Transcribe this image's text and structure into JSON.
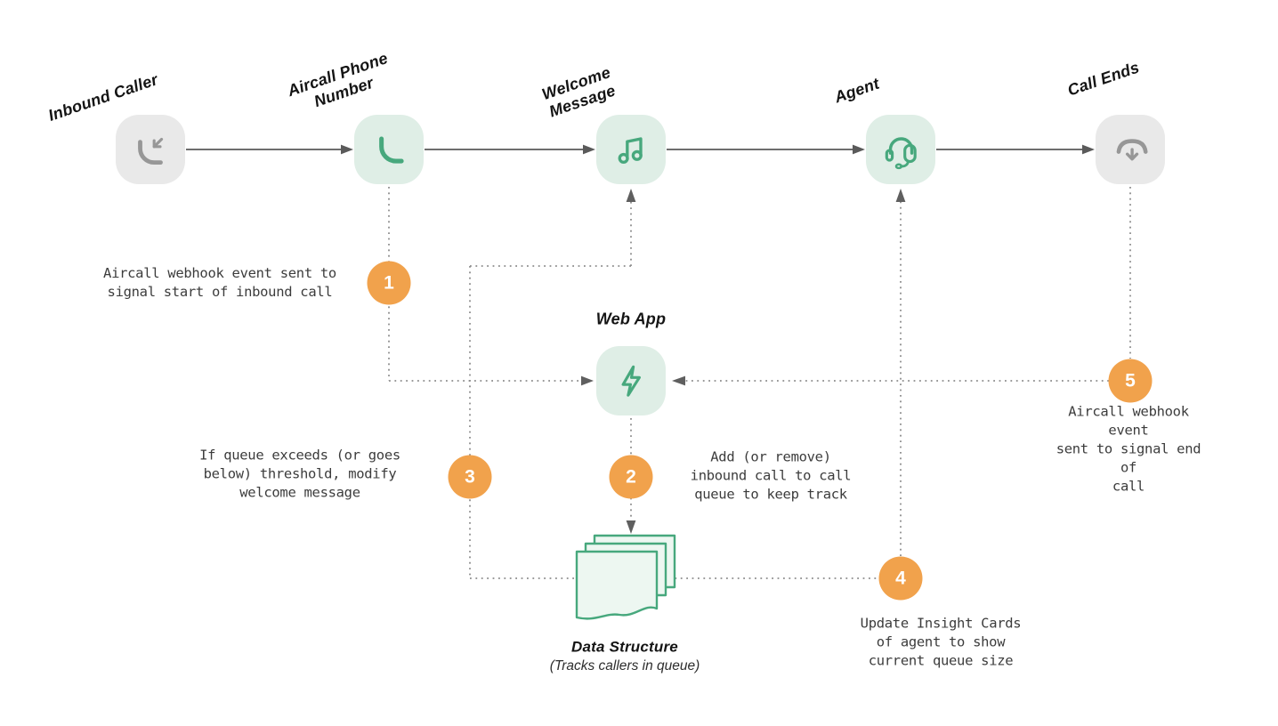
{
  "nodes": {
    "inbound_caller": {
      "label": "Inbound Caller",
      "icon": "incoming-call-icon"
    },
    "aircall_phone_number": {
      "label": "Aircall Phone\nNumber",
      "icon": "phone-icon"
    },
    "welcome_message": {
      "label": "Welcome\nMessage",
      "icon": "music-note-icon"
    },
    "agent": {
      "label": "Agent",
      "icon": "headset-icon"
    },
    "call_ends": {
      "label": "Call Ends",
      "icon": "hang-up-icon"
    },
    "web_app": {
      "label": "Web App",
      "icon": "lightning-icon"
    },
    "data_structure": {
      "label": "Data Structure",
      "sublabel": "(Tracks callers in queue)",
      "icon": "stacked-pages-icon"
    }
  },
  "steps": [
    {
      "number": "1",
      "text": "Aircall webhook event sent to\nsignal start of inbound call"
    },
    {
      "number": "2",
      "text": "Add (or remove)\ninbound call to call\nqueue to keep track"
    },
    {
      "number": "3",
      "text": "If queue exceeds (or goes\nbelow) threshold, modify\nwelcome message"
    },
    {
      "number": "4",
      "text": "Update Insight Cards\nof agent to show\ncurrent queue size"
    },
    {
      "number": "5",
      "text": "Aircall webhook event\nsent to signal end of\ncall"
    }
  ],
  "colors": {
    "mint_node_bg": "#dfeee6",
    "gray_node_bg": "#e9e9e9",
    "green_icon": "#47a87d",
    "gray_icon": "#979797",
    "orange_step": "#f1a24c",
    "solid_line": "#5a5a5a",
    "dotted_line": "#8c8c8c",
    "note_text": "#3c3c3c"
  }
}
